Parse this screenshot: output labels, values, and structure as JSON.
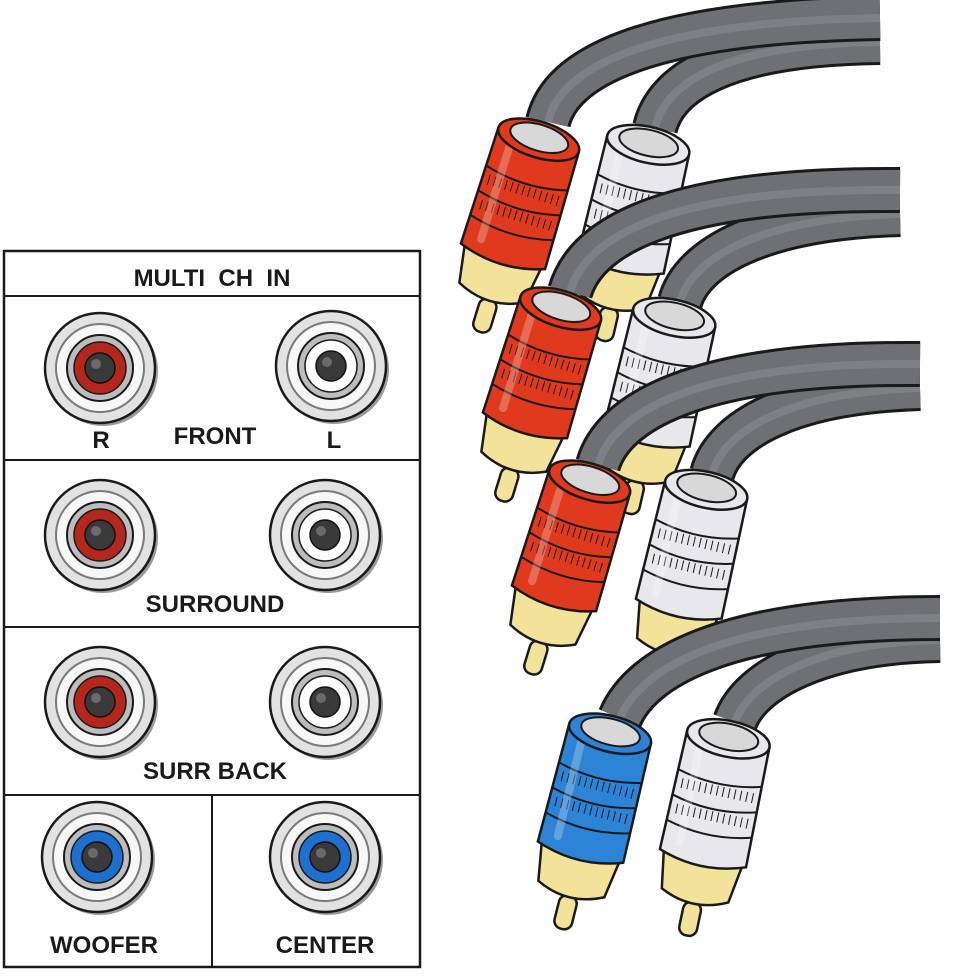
{
  "panel": {
    "title": "MULTI  CH  IN",
    "sections": [
      {
        "id": "front",
        "label": "FRONT",
        "jacks": [
          {
            "label": "R",
            "color": "red"
          },
          {
            "label": "L",
            "color": "white"
          }
        ]
      },
      {
        "id": "surround",
        "label": "SURROUND",
        "jacks": [
          {
            "label": "",
            "color": "red"
          },
          {
            "label": "",
            "color": "white"
          }
        ]
      },
      {
        "id": "surr-back",
        "label": "SURR BACK",
        "jacks": [
          {
            "label": "",
            "color": "red"
          },
          {
            "label": "",
            "color": "white"
          }
        ]
      },
      {
        "id": "woofer",
        "label": "WOOFER",
        "jacks": [
          {
            "label": "",
            "color": "blue"
          }
        ]
      },
      {
        "id": "center",
        "label": "CENTER",
        "jacks": [
          {
            "label": "",
            "color": "blue"
          }
        ]
      }
    ]
  },
  "cables": [
    {
      "pair": 1,
      "plugs": [
        "red",
        "white"
      ]
    },
    {
      "pair": 2,
      "plugs": [
        "red",
        "white"
      ]
    },
    {
      "pair": 3,
      "plugs": [
        "red",
        "white"
      ]
    },
    {
      "pair": 4,
      "plugs": [
        "blue",
        "white"
      ]
    }
  ],
  "colors": {
    "red": "#e03a1e",
    "white": "#e8e8ec",
    "blue": "#2d84d6",
    "gold": "#f3e29a",
    "cable": "#6f7073",
    "outline": "#1a1a1a",
    "jack_red": "#b5271c",
    "jack_blue": "#1d6fd0",
    "jack_white": "#ffffff"
  }
}
